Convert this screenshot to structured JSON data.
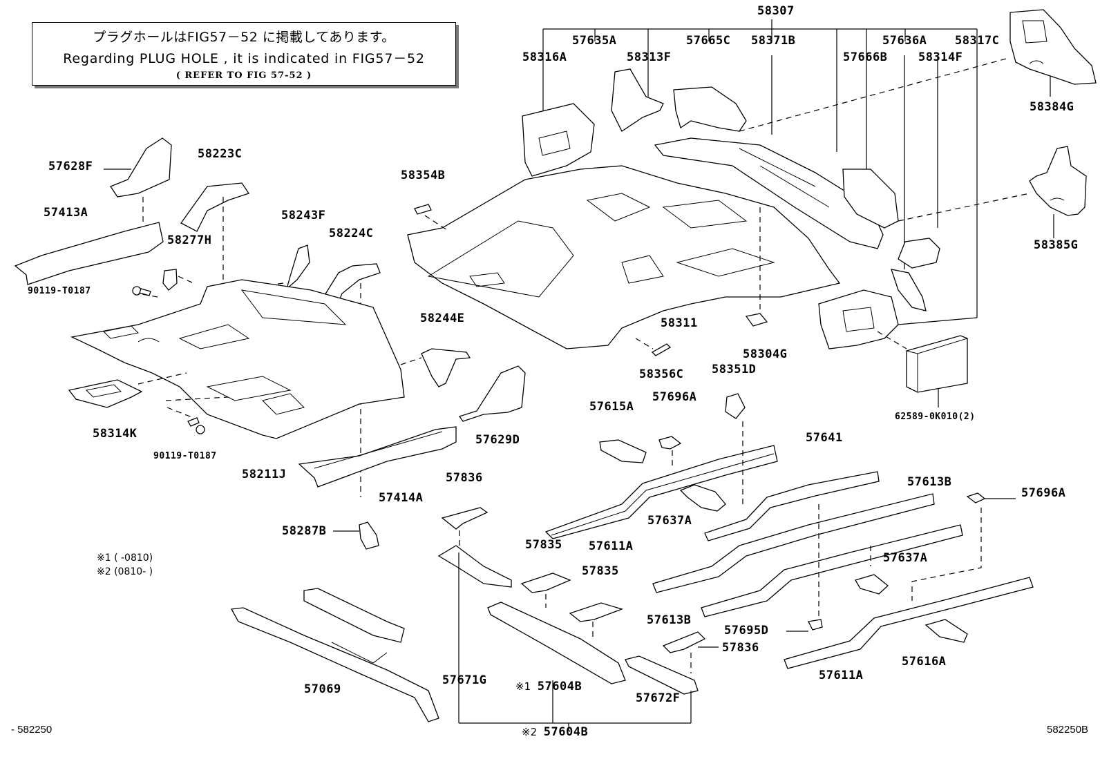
{
  "note": {
    "japanese": "プラグホールはFIG57－52 に掲載してあります。",
    "english": "Regarding PLUG HOLE , it is indicated in FIG57－52",
    "reference": "( REFER TO FIG 57-52  )"
  },
  "legend": {
    "item1": "※1 (        -0810)",
    "item2": "※2 (0810-        )"
  },
  "figure_codes": {
    "left": "- 582250",
    "right": "582250B"
  },
  "group_labels": {
    "top_group": "58307",
    "bottom_group": "57604B",
    "bottom_group_prefix": "※2",
    "inner_group": "57604B",
    "inner_group_prefix": "※1"
  },
  "parts": {
    "p58316A": "58316A",
    "p57635A": "57635A",
    "p58313F": "58313F",
    "p57665C": "57665C",
    "p58371B": "58371B",
    "p57666B": "57666B",
    "p57636A": "57636A",
    "p58314F": "58314F",
    "p58317C": "58317C",
    "p58384G": "58384G",
    "p58385G": "58385G",
    "p57628F": "57628F",
    "p58223C": "58223C",
    "p57413A": "57413A",
    "p58277H": "58277H",
    "p90119a": "90119-T0187",
    "p58243F": "58243F",
    "p58224C": "58224C",
    "p58354B": "58354B",
    "p58244E": "58244E",
    "p58314K": "58314K",
    "p90119b": "90119-T0187",
    "p58211J": "58211J",
    "p57629D": "57629D",
    "p57414A": "57414A",
    "p58311": "58311",
    "p58304G": "58304G",
    "p58356C": "58356C",
    "p58351D": "58351D",
    "p62589": "62589-0K010(2)",
    "p57615A": "57615A",
    "p57696A_1": "57696A",
    "p57641": "57641",
    "p57613B_1": "57613B",
    "p57696A_2": "57696A",
    "p57836_1": "57836",
    "p58287B": "58287B",
    "p57637A_1": "57637A",
    "p57611A_1": "57611A",
    "p57835_1": "57835",
    "p57835_2": "57835",
    "p57637A_2": "57637A",
    "p57613B_2": "57613B",
    "p57695D": "57695D",
    "p57836_2": "57836",
    "p57611A_2": "57611A",
    "p57616A": "57616A",
    "p57069": "57069",
    "p57671G": "57671G",
    "p57672F": "57672F"
  }
}
